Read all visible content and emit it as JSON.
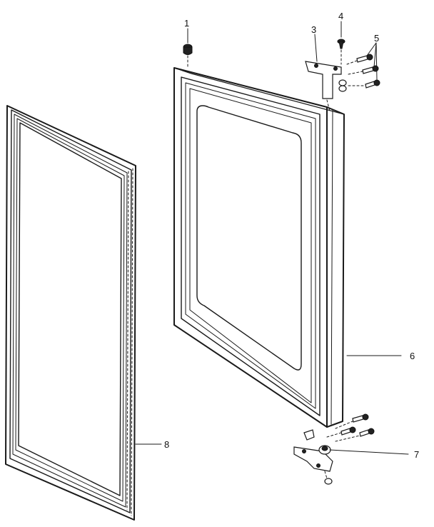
{
  "diagram": {
    "callouts": [
      {
        "id": "1",
        "text": "1"
      },
      {
        "id": "3",
        "text": "3"
      },
      {
        "id": "4",
        "text": "4"
      },
      {
        "id": "5",
        "text": "5"
      },
      {
        "id": "6",
        "text": "6"
      },
      {
        "id": "7",
        "text": "7"
      },
      {
        "id": "8",
        "text": "8"
      }
    ]
  }
}
